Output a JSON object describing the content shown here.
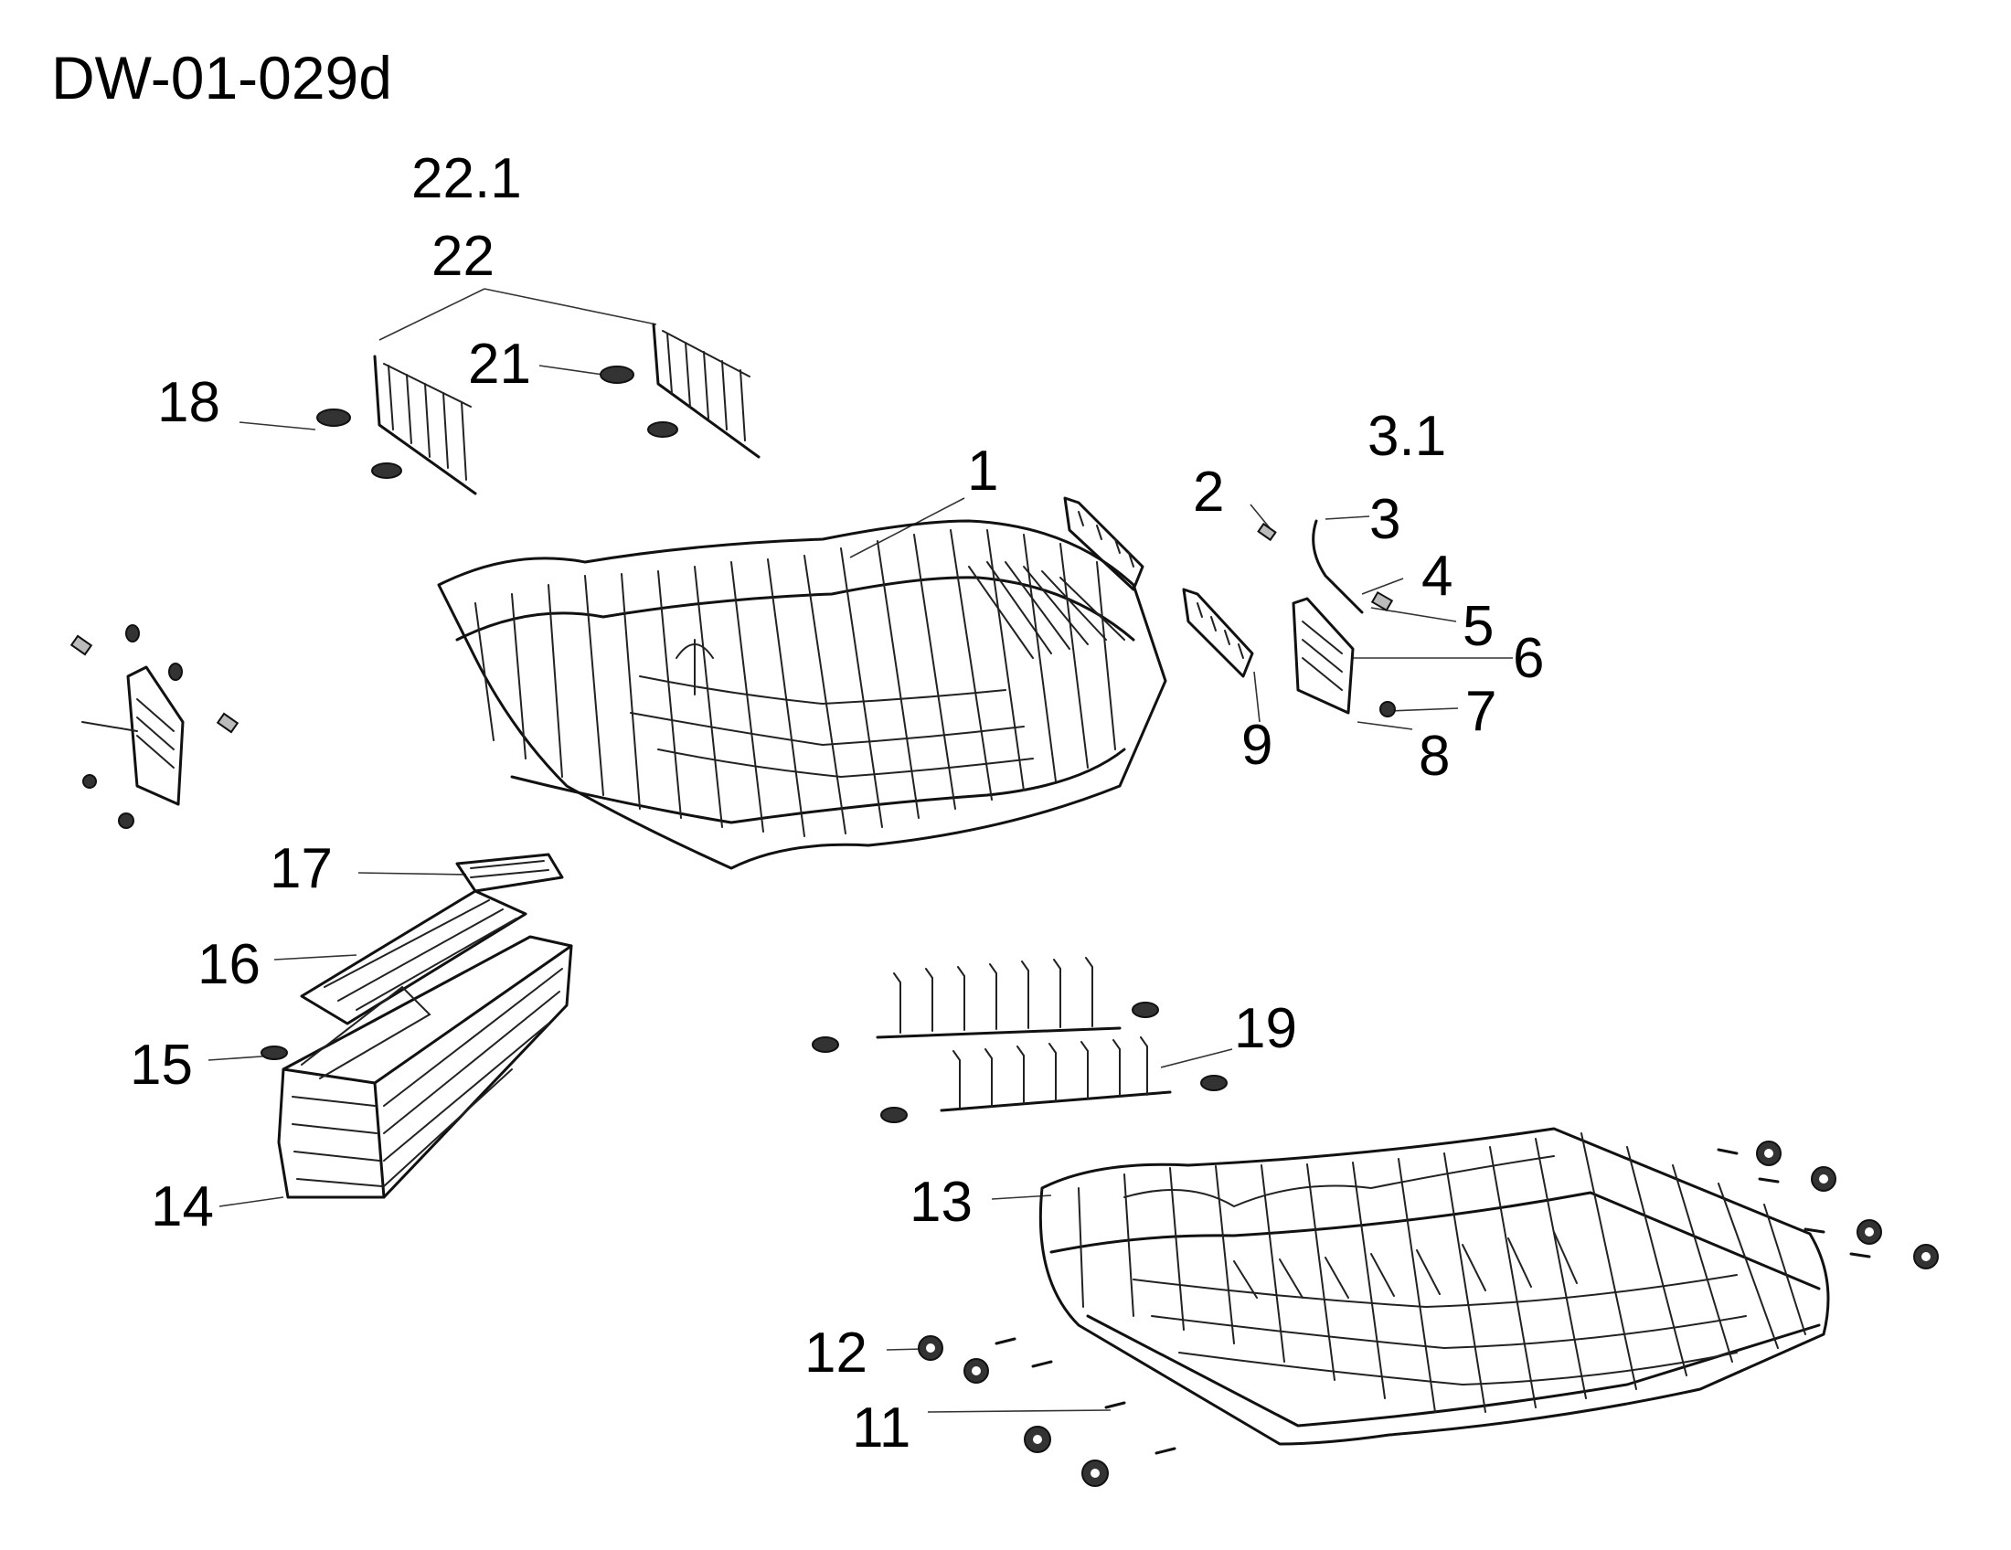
{
  "diagram": {
    "title": "DW-01-029d",
    "callouts": [
      {
        "id": "c-22-1",
        "label": "22.1"
      },
      {
        "id": "c-22",
        "label": "22"
      },
      {
        "id": "c-21",
        "label": "21"
      },
      {
        "id": "c-18",
        "label": "18"
      },
      {
        "id": "c-1",
        "label": "1"
      },
      {
        "id": "c-3-1",
        "label": "3.1"
      },
      {
        "id": "c-2",
        "label": "2"
      },
      {
        "id": "c-3",
        "label": "3"
      },
      {
        "id": "c-4",
        "label": "4"
      },
      {
        "id": "c-5",
        "label": "5"
      },
      {
        "id": "c-6",
        "label": "6"
      },
      {
        "id": "c-7",
        "label": "7"
      },
      {
        "id": "c-8",
        "label": "8"
      },
      {
        "id": "c-9",
        "label": "9"
      },
      {
        "id": "c-17",
        "label": "17"
      },
      {
        "id": "c-16",
        "label": "16"
      },
      {
        "id": "c-15",
        "label": "15"
      },
      {
        "id": "c-14",
        "label": "14"
      },
      {
        "id": "c-19",
        "label": "19"
      },
      {
        "id": "c-13",
        "label": "13"
      },
      {
        "id": "c-12",
        "label": "12"
      },
      {
        "id": "c-11",
        "label": "11"
      }
    ]
  }
}
